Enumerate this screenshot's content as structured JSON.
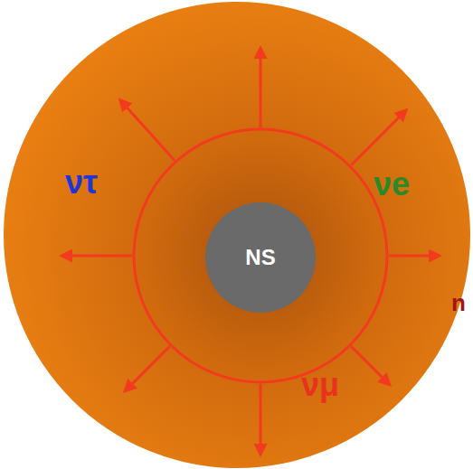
{
  "diagram": {
    "nodes": [
      {
        "text": [
          "ντ",
          "νe",
          "νμ"
        ]
      },
      {
        "text": [
          "NS"
        ],
        "in": 0
      }
    ],
    "labels": [
      "n"
    ]
  }
}
